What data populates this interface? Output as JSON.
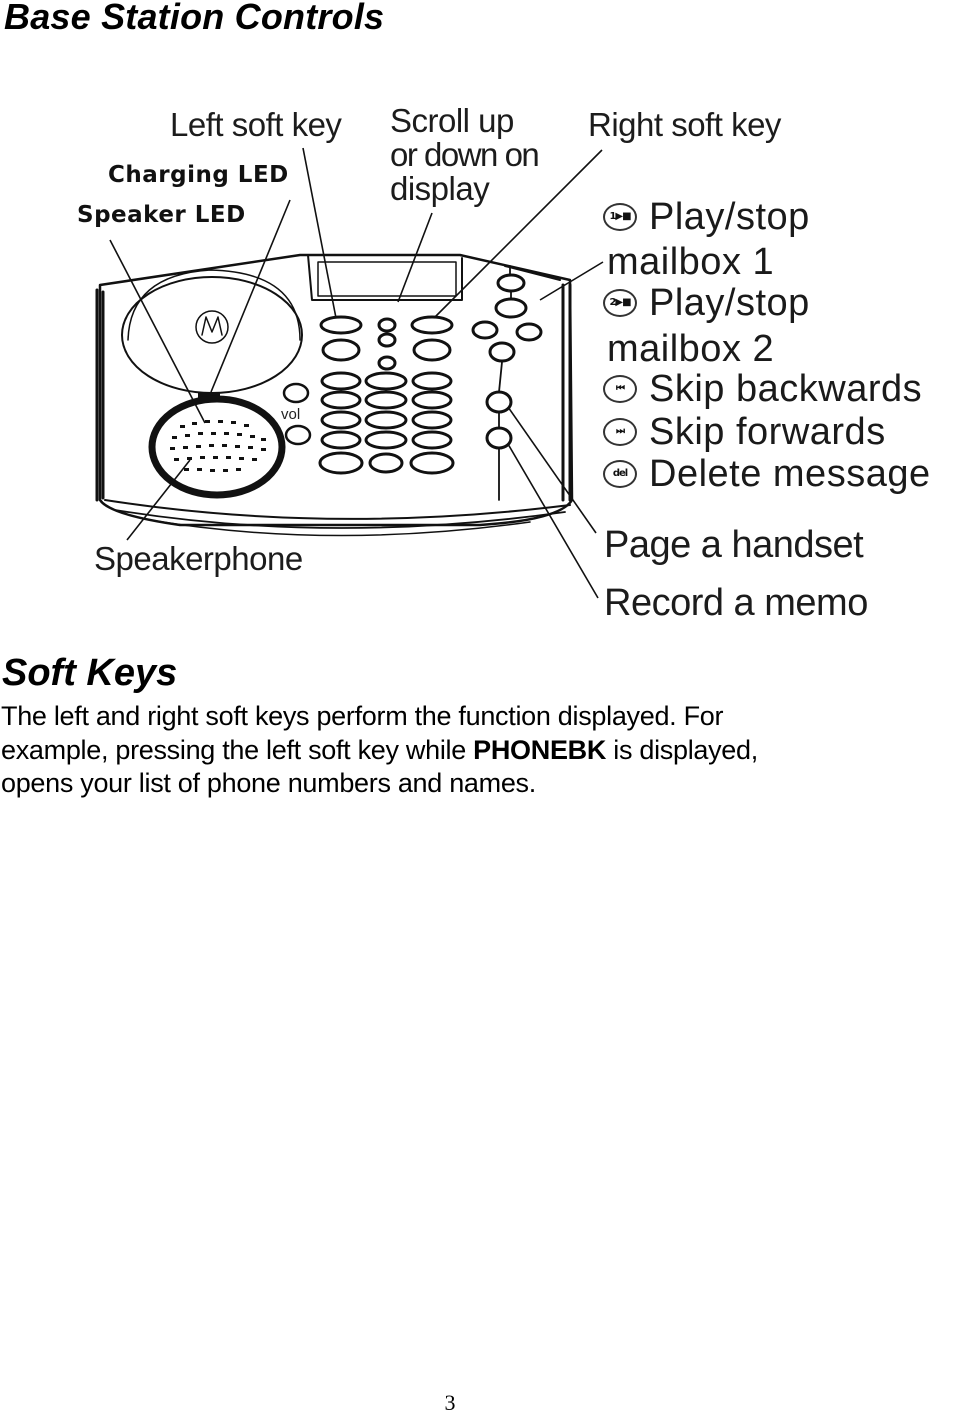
{
  "page": {
    "heading": "Base Station Controls",
    "page_number": "3"
  },
  "figure": {
    "callouts": {
      "left_soft_key": "Left soft key",
      "scroll_line1": "Scroll up",
      "scroll_line2": "or down on",
      "scroll_line3": "display",
      "right_soft_key": "Right soft key",
      "charging_led": "Charging LED",
      "speaker_led": "Speaker LED",
      "speakerphone": "Speakerphone",
      "page_handset": "Page a handset",
      "record_memo": "Record a memo"
    },
    "device": {
      "vol_label": "vol",
      "logo": "M"
    },
    "legend": [
      {
        "icon": "play-stop-mailbox-1-icon",
        "icon_glyph": "1▶■",
        "label": "Play/stop",
        "continuation": "mailbox 1"
      },
      {
        "icon": "play-stop-mailbox-2-icon",
        "icon_glyph": "2▶■",
        "label": "Play/stop",
        "continuation": "mailbox 2"
      },
      {
        "icon": "skip-backwards-icon",
        "icon_glyph": "⏮",
        "label": "Skip backwards"
      },
      {
        "icon": "skip-forwards-icon",
        "icon_glyph": "⏭",
        "label": "Skip forwards"
      },
      {
        "icon": "delete-message-icon",
        "icon_glyph": "del",
        "label": "Delete message"
      }
    ]
  },
  "soft_keys": {
    "heading": "Soft Keys",
    "para_part1": "The left and right soft keys perform the function displayed. For example, pressing the left soft key while ",
    "para_bold": "PHONEBK",
    "para_part2": " is displayed, opens your list of phone numbers and names."
  }
}
